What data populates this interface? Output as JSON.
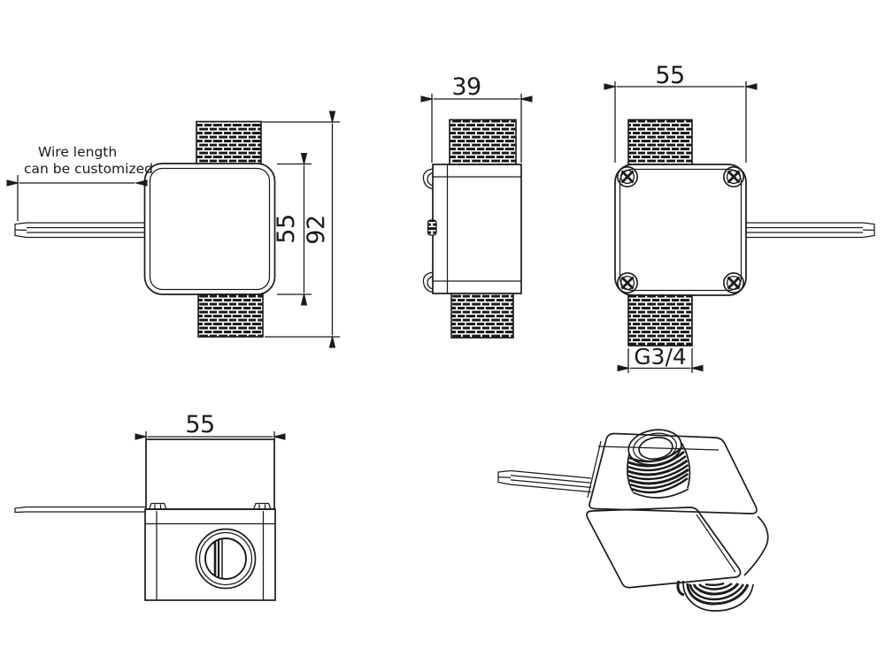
{
  "drawing": {
    "background": "#ffffff",
    "line_color": "#1b1b1b",
    "note": {
      "line1": "Wire length",
      "line2": "can be customized"
    },
    "front_view": {
      "dim_body_height": "55",
      "dim_overall_height": "92"
    },
    "side_view": {
      "dim_width": "39"
    },
    "back_view": {
      "dim_width": "55",
      "thread_spec": "G3/4"
    },
    "bottom_view": {
      "dim_width": "55"
    }
  }
}
